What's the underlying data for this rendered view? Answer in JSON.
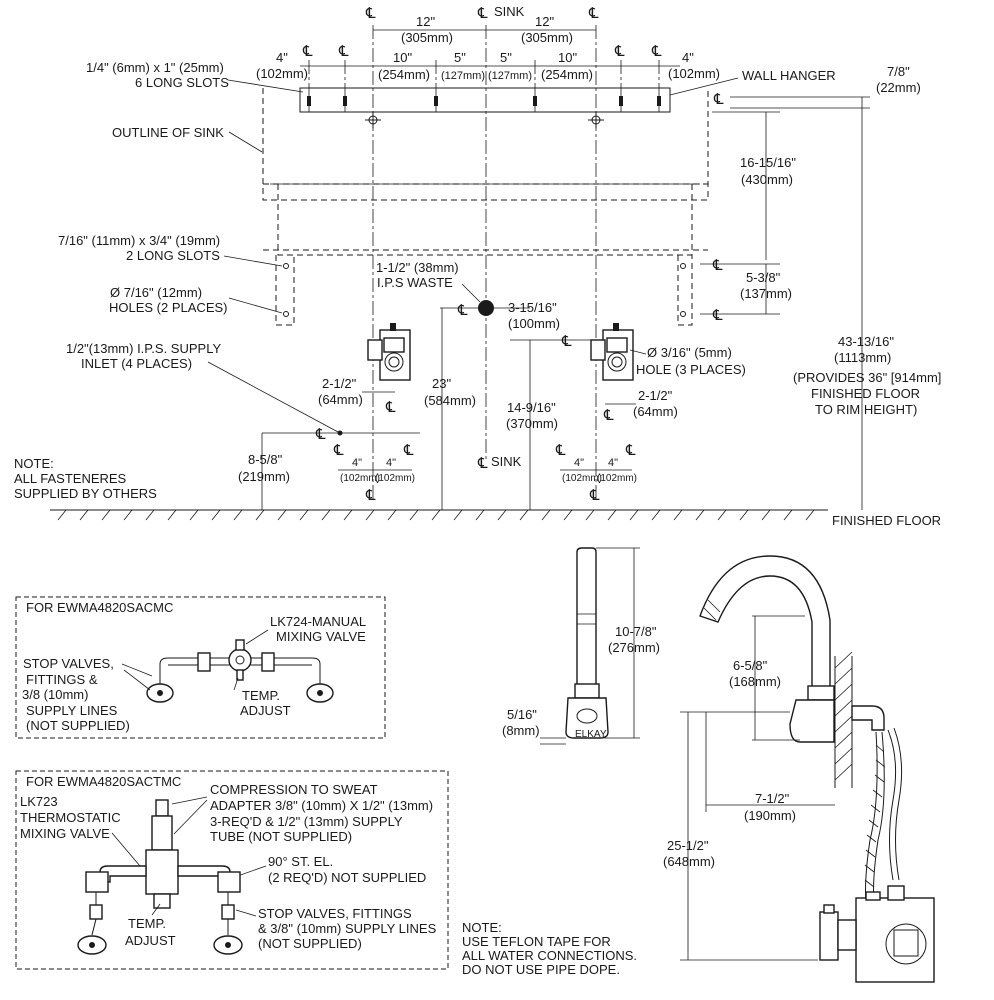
{
  "top_view": {
    "sink_label": "SINK",
    "sink_label_bottom": "SINK",
    "cl_symbol": "℄",
    "dim_12_left": [
      "12\"",
      "(305mm)"
    ],
    "dim_12_right": [
      "12\"",
      "(305mm)"
    ],
    "dim_4_left": [
      "4\"",
      "(102mm)"
    ],
    "dim_4_right": [
      "4\"",
      "(102mm)"
    ],
    "dim_10_left": [
      "10\"",
      "(254mm)"
    ],
    "dim_10_right": [
      "10\"",
      "(254mm)"
    ],
    "dim_5_left": [
      "5\"",
      "(127mm)"
    ],
    "dim_5_right": [
      "5\"",
      "(127mm)"
    ],
    "long_slots_6": [
      "1/4\" (6mm) x 1\" (25mm)",
      "6 LONG SLOTS"
    ],
    "wall_hanger": "WALL HANGER",
    "dim_7_8": [
      "7/8\"",
      "(22mm)"
    ],
    "outline_of_sink": "OUTLINE OF SINK",
    "dim_16_15_16": [
      "16-15/16\"",
      "(430mm)"
    ],
    "long_slots_2": [
      "7/16\" (11mm) x 3/4\" (19mm)",
      "2 LONG SLOTS"
    ],
    "dim_5_3_8": [
      "5-3/8\"",
      "(137mm)"
    ],
    "waste": [
      "1-1/2\" (38mm)",
      "I.P.S WASTE"
    ],
    "holes_2": [
      "Ø 7/16\" (12mm)",
      "HOLES (2 PLACES)"
    ],
    "dim_3_15_16": [
      "3-15/16\"",
      "(100mm)"
    ],
    "supply_inlet": [
      "1/2\"(13mm) I.P.S. SUPPLY",
      "INLET (4 PLACES)"
    ],
    "holes_3": [
      "Ø 3/16\" (5mm)",
      "HOLE (3 PLACES)"
    ],
    "dim_43_13_16": [
      "43-13/16\"",
      "(1113mm)",
      "(PROVIDES 36\" [914mm]",
      "FINISHED FLOOR",
      "TO RIM HEIGHT)"
    ],
    "dim_2_1_2_left": [
      "2-1/2\"",
      "(64mm)"
    ],
    "dim_2_1_2_right": [
      "2-1/2\"",
      "(64mm)"
    ],
    "dim_23": [
      "23\"",
      "(584mm)"
    ],
    "dim_14_9_16": [
      "14-9/16\"",
      "(370mm)"
    ],
    "dim_8_5_8": [
      "8-5/8\"",
      "(219mm)"
    ],
    "dim_4_small": [
      "4\"",
      "(102mm)"
    ],
    "note": [
      "NOTE:",
      "ALL FASTENERES",
      "SUPPLIED BY OTHERS"
    ],
    "finished_floor": "FINISHED FLOOR"
  },
  "box_manual": {
    "title": "FOR EWMA4820SACMC",
    "valve": [
      "LK724-MANUAL",
      "MIXING VALVE"
    ],
    "stops": [
      "STOP VALVES,",
      "FITTINGS &",
      "3/8 (10mm)",
      "SUPPLY LINES",
      "(NOT SUPPLIED)"
    ],
    "temp": [
      "TEMP.",
      "ADJUST"
    ]
  },
  "box_thermo": {
    "title": "FOR EWMA4820SACTMC",
    "valve": [
      "LK723",
      "THERMOSTATIC",
      "MIXING VALVE"
    ],
    "adapter": [
      "COMPRESSION TO SWEAT",
      "ADAPTER 3/8\" (10mm) X 1/2\" (13mm)",
      "3-REQ'D & 1/2\" (13mm) SUPPLY",
      "TUBE (NOT SUPPLIED)"
    ],
    "elbow": [
      "90° ST. EL.",
      "(2 REQ'D) NOT SUPPLIED"
    ],
    "temp": [
      "TEMP.",
      "ADJUST"
    ],
    "stops": [
      "STOP VALVES, FITTINGS",
      "& 3/8\" (10mm) SUPPLY LINES",
      "(NOT SUPPLIED)"
    ]
  },
  "faucet_front": {
    "dim_10_7_8": [
      "10-7/8\"",
      "(276mm)"
    ],
    "dim_5_16": [
      "5/16\"",
      "(8mm)"
    ],
    "brand": "ELKAY"
  },
  "faucet_side": {
    "dim_6_5_8": [
      "6-5/8\"",
      "(168mm)"
    ],
    "dim_7_1_2": [
      "7-1/2\"",
      "(190mm)"
    ],
    "dim_25_1_2": [
      "25-1/2\"",
      "(648mm)"
    ]
  },
  "bottom_note": [
    "NOTE:",
    "USE TEFLON TAPE FOR",
    "ALL WATER CONNECTIONS.",
    "DO NOT USE PIPE DOPE."
  ]
}
